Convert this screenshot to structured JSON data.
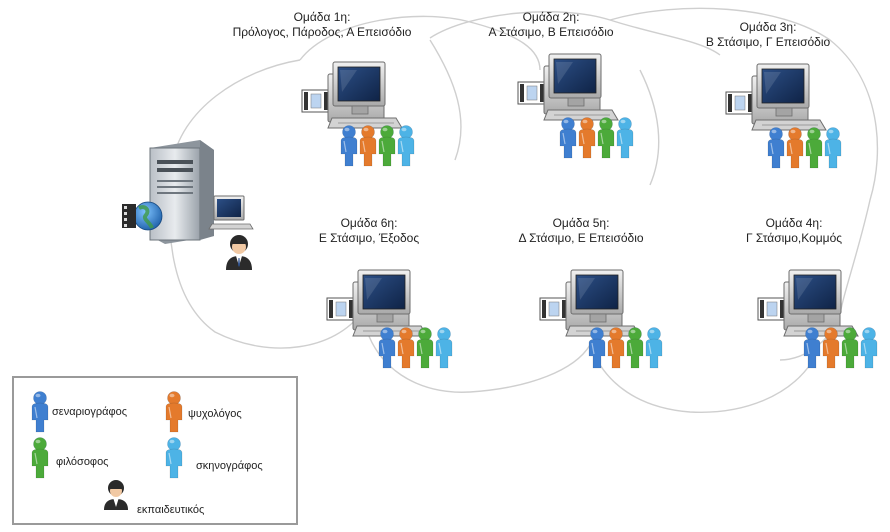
{
  "groups": [
    {
      "name": "Ομάδα 1η:",
      "desc": "Πρόλογος, Πάροδος, Α Επεισόδιο"
    },
    {
      "name": "Ομάδα 2η:",
      "desc": "Α Στάσιμο, Β Επεισόδιο"
    },
    {
      "name": "Ομάδα 3η:",
      "desc": "Β Στάσιμο, Γ Επεισόδιο"
    },
    {
      "name": "Ομάδα 4η:",
      "desc": "Γ Στάσιμο,Κομμός"
    },
    {
      "name": "Ομάδα 5η:",
      "desc": "Δ Στάσιμο, Ε Επεισόδιο"
    },
    {
      "name": "Ομάδα 6η:",
      "desc": "Ε Στάσιμο, Έξοδος"
    }
  ],
  "legend": {
    "screenwriter": "σεναριογράφος",
    "psychologist": "ψυχολόγος",
    "philosopher": "φιλόσοφος",
    "set_designer": "σκηνογράφος",
    "teacher": "εκπαιδευτικός"
  },
  "colors": {
    "screenwriter": "#3f7fd0",
    "psychologist": "#e47a2c",
    "philosopher": "#4caa3a",
    "set_designer": "#4db3e6",
    "ring": "#cfcfcf"
  }
}
